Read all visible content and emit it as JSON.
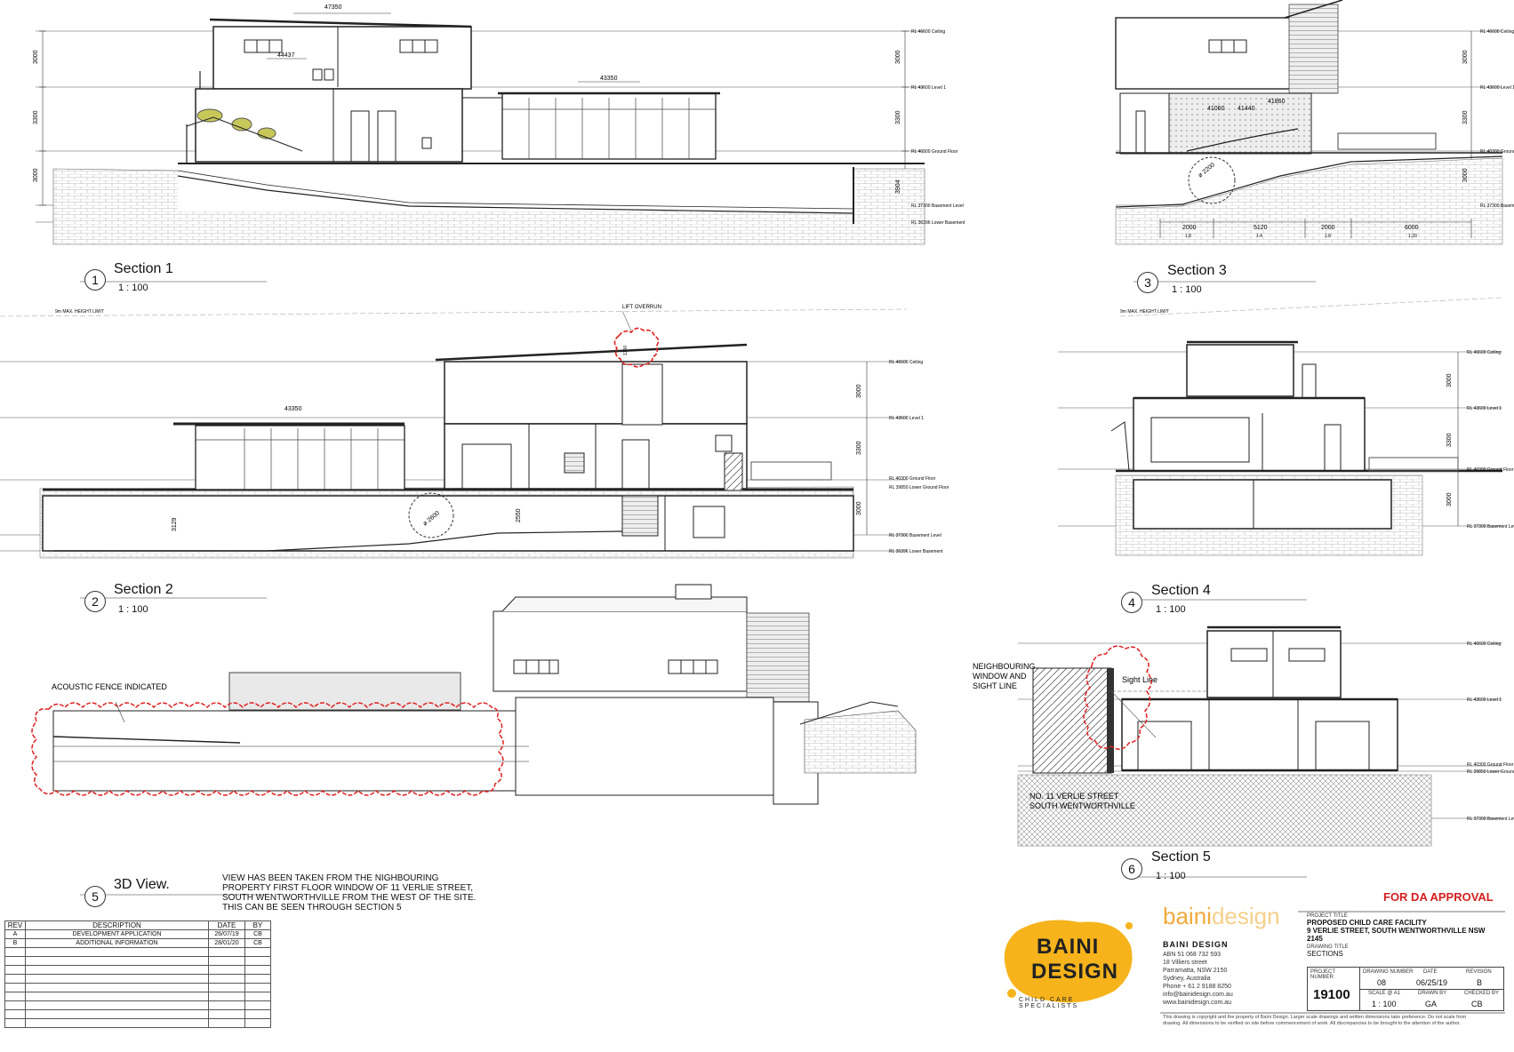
{
  "sections": [
    {
      "number": "1",
      "title": "Section 1",
      "scale": "1 : 100"
    },
    {
      "number": "2",
      "title": "Section 2",
      "scale": "1 : 100"
    },
    {
      "number": "3",
      "title": "Section 3",
      "scale": "1 : 100"
    },
    {
      "number": "4",
      "title": "Section 4",
      "scale": "1 : 100"
    },
    {
      "number": "5",
      "title": "3D View.",
      "scale": ""
    },
    {
      "number": "6",
      "title": "Section 5",
      "scale": "1 : 100"
    }
  ],
  "levels": {
    "ceiling": "RL 46600 Ceiling",
    "level1": "RL 43600 Level 1",
    "ground": "RL 40300 Ground Floor",
    "lower_ground": "RL 39850 Lower Ground Floor",
    "basement": "RL 37300 Basement Level",
    "lower_basement": "RL 36396 Lower Basement"
  },
  "dimensions": {
    "s1_top": "47350",
    "s1_inner": "44437",
    "s1_roof": "43350",
    "s1_3000a": "3000",
    "s1_3300": "3300",
    "s1_3000b": "3000",
    "s1_3904": "3904",
    "s2_roof": "43350",
    "s2_3129": "3129",
    "s2_2550": "2550",
    "s2_ramp": "ø 2600",
    "s2_lift": "1300",
    "s3_41060": "41060",
    "s3_41440": "41440",
    "s3_41860": "41860",
    "s3_circle": "ø 2200",
    "s3_2000a": "2000",
    "s3_5120": "5120",
    "s3_2000b": "2000",
    "s3_6000": "6000",
    "s3_r1": "1:8",
    "s3_r2": "1:4",
    "s3_r3": "1:8",
    "s3_r4": "1:20"
  },
  "annotations": {
    "height_limit_left": "9m MAX. HEIGHT LIMIT",
    "height_limit_right": "9m MAX. HEIGHT LIMIT",
    "lift_overrun": "LIFT OVERRUN",
    "acoustic_fence": "ACOUSTIC FENCE INDICATED",
    "neighbouring_window": [
      "NEIGHBOURING",
      "WINDOW AND",
      "SIGHT LINE"
    ],
    "sight_line": "Sight Line",
    "no11": [
      "NO. 11 VERLIE STREET",
      "SOUTH WENTWORTHVILLE"
    ],
    "view_note": [
      "VIEW HAS BEEN TAKEN FROM THE NIGHBOURING",
      "PROPERTY FIRST FLOOR WINDOW OF 11 VERLIE STREET,",
      "SOUTH WENTWORTHVILLE  FROM THE WEST OF THE SITE.",
      "THIS CAN BE SEEN THROUGH SECTION 5"
    ]
  },
  "revisions": {
    "headers": [
      "REV",
      "DESCRIPTION",
      "DATE",
      "BY"
    ],
    "rows": [
      [
        "A",
        "DEVELOPMENT APPLICATION",
        "26/07/19",
        "CB"
      ],
      [
        "B",
        "ADDITIONAL INFORMATION",
        "28/01/20",
        "CB"
      ]
    ]
  },
  "title_block": {
    "approval": "FOR DA APPROVAL",
    "logo_line1": "BAINI",
    "logo_line2": "DESIGN",
    "logo_tagline": "CHILD CARE SPECIALISTS",
    "brand_a": "baini",
    "brand_b": "design",
    "company": "BAINI DESIGN",
    "company_lines": [
      "ABN 51 068 732 593",
      "18 Villiers street",
      "Parramatta, NSW 2150",
      "Sydney, Australia",
      "Phone + 61 2 9188 8250",
      "info@bainidesign.com.au",
      "www.bainidesign.com.au"
    ],
    "project_title_label": "PROJECT TITLE",
    "project_title_1": "PROPOSED CHILD CARE FACILITY",
    "project_title_2": "9 VERLIE STREET, SOUTH WENTWORTHVILLE NSW 2145",
    "drawing_title_label": "DRAWING TITLE",
    "drawing_title": "SECTIONS",
    "project_number_label": "PROJECT NUMBER",
    "project_number": "19100",
    "drawing_number_label": "DRAWING NUMBER",
    "drawing_number": "08",
    "date_label": "DATE",
    "date": "06/25/19",
    "revision_label": "REVISION",
    "revision": "B",
    "scale_label": "SCALE @ A1",
    "scale": "1 : 100",
    "drawn_by_label": "DRAWN BY",
    "drawn_by": "GA",
    "checked_by_label": "CHECKED BY",
    "checked_by": "CB",
    "disclaimer_1": "This drawing is copyright and the property of Baini Design. Larger scale drawings and written dimensions take preference. Do not scale from",
    "disclaimer_2": "drawing. All dimensions to be verified on site before commencement of work. All discrepancies to be brought to the attention of the author."
  },
  "colors": {
    "red_cloud": "#e02020",
    "logo_yellow": "#f6b31b",
    "brand_orange": "#f2a93b",
    "approval_red": "#d41e1e"
  }
}
